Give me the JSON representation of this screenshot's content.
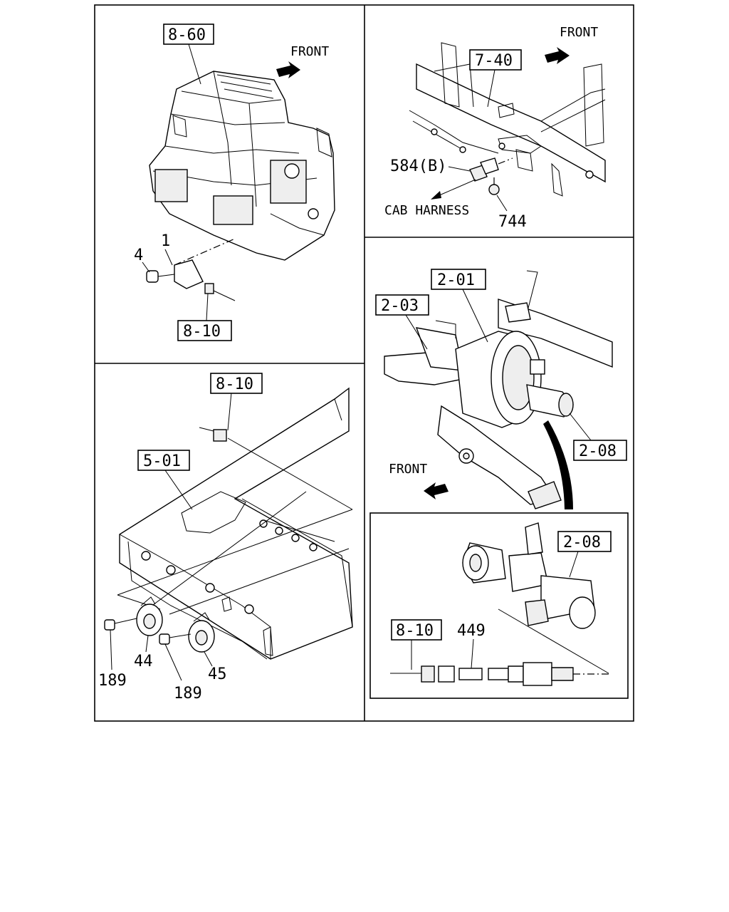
{
  "panels": {
    "heater": {
      "ref_unit": "8-60",
      "ref_harness": "8-10",
      "front_label": "FRONT",
      "part_numbers": [
        "1",
        "4"
      ]
    },
    "crossmember": {
      "ref_frame": "7-40",
      "front_label": "FRONT",
      "clip_label": "584(B)",
      "nut_label": "744",
      "harness_label": "CAB HARNESS"
    },
    "horn": {
      "ref_harness": "8-10",
      "ref_frame": "5-01",
      "bolt_left": "189",
      "horn_low": "44",
      "bolt_right": "189",
      "horn_high": "45"
    },
    "brake": {
      "ref_booster": "2-01",
      "ref_pedal": "2-03",
      "ref_master": "2-08",
      "front_label": "FRONT"
    },
    "detail": {
      "ref_master": "2-08",
      "ref_harness": "8-10",
      "switch_label": "449"
    }
  }
}
